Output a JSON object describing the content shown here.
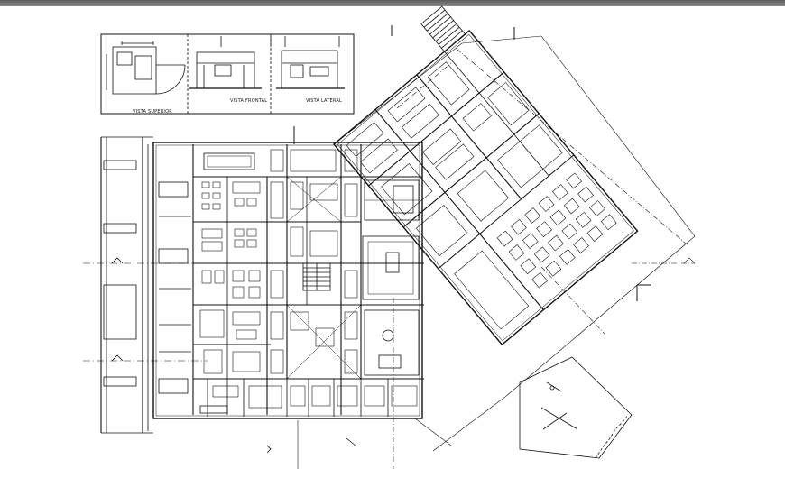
{
  "detail_views": {
    "top_view_label": "VISTA SUPERIOR",
    "front_view_label": "VISTA FRONTAL",
    "side_view_label": "VISTA LATERAL"
  },
  "colors": {
    "line": "#111111",
    "background": "#ffffff",
    "top_bar": "#6e6e6e"
  }
}
